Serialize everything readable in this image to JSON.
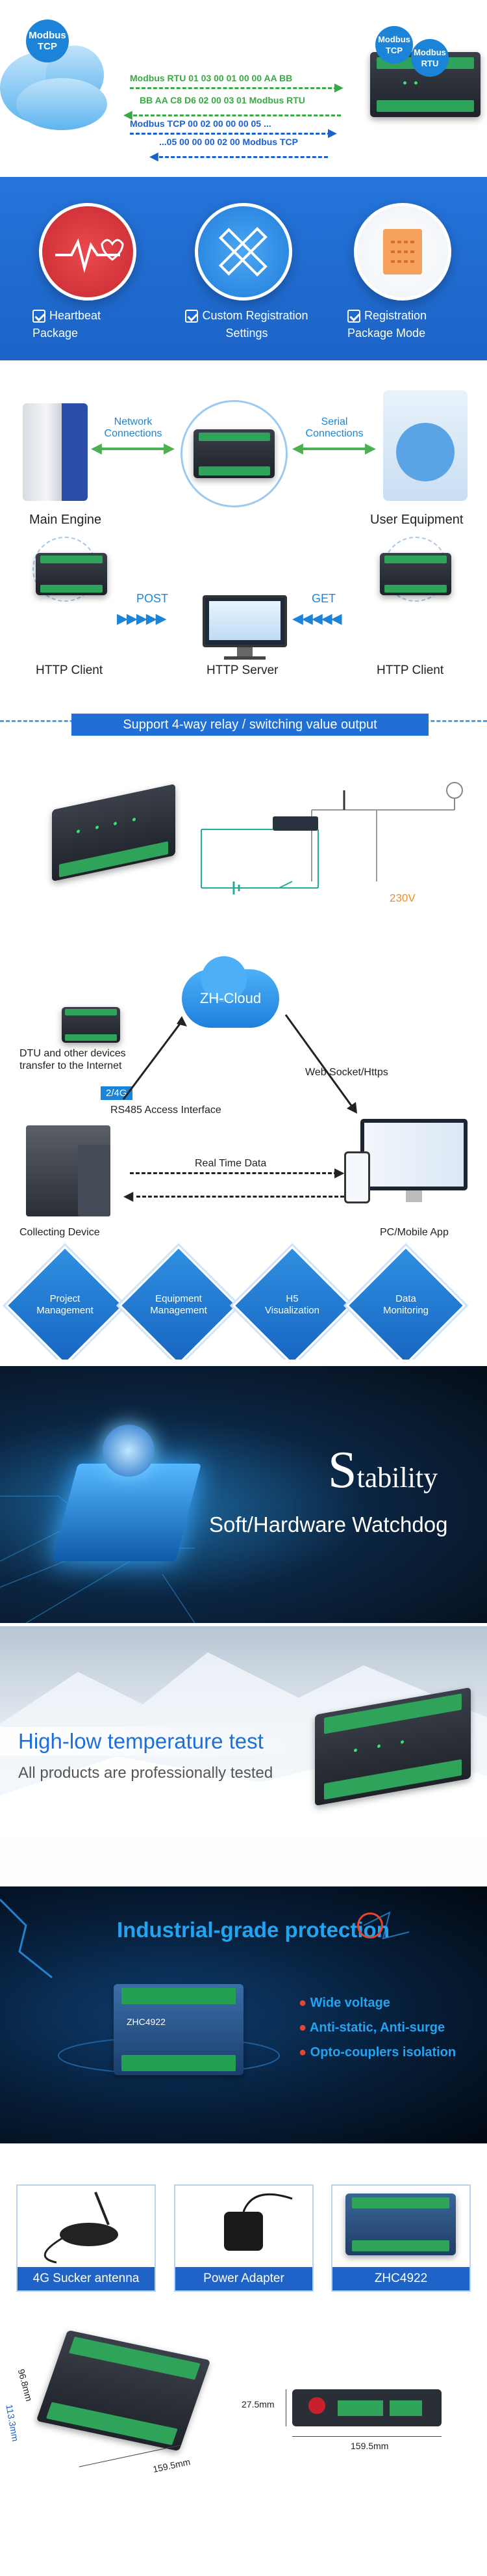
{
  "modbus": {
    "cloud_label": "Modbus\nTCP",
    "device_badge1": "Modbus\nTCP",
    "device_badge2": "Modbus\nRTU",
    "line1": "Modbus RTU 01 03 00 01 00 00 AA BB",
    "line2": "BB AA C8 D6 02 00 03 01 Modbus RTU",
    "line3": "Modbus TCP 00 02 00 00 00 05 ...",
    "line4": "...05 00 00 00 02 00 Modbus TCP",
    "color_green": "#3aa845",
    "color_blue": "#1c5fd0"
  },
  "features": {
    "items": [
      {
        "label": "Heartbeat Package",
        "icon": "heartbeat-icon",
        "color": "#d9333b"
      },
      {
        "label": "Custom Registration Settings",
        "icon": "pencil-ruler-icon",
        "color": "#2c8be6"
      },
      {
        "label": "Registration Package Mode",
        "icon": "note-icon",
        "color": "#f08a2c"
      }
    ],
    "bg_color": "#1f6fd6"
  },
  "network": {
    "left_label": "Main Engine",
    "right_label": "User Equipment",
    "arrow_left_label": "Network\nConnections",
    "arrow_right_label": "Serial\nConnections"
  },
  "http": {
    "post_label": "POST",
    "get_label": "GET",
    "client_left": "HTTP Client",
    "server": "HTTP Server",
    "client_right": "HTTP Client"
  },
  "relay": {
    "banner": "Support 4-way relay /  switching value output",
    "voltage": "230V"
  },
  "cloud": {
    "title": "ZH-Cloud",
    "dtu_text": "DTU and other devices\ntransfer to the Internet",
    "net_badge": "2/4G",
    "rs485": "RS485 Access Interface",
    "websocket": "Web Socket/Https",
    "realtime": "Real Time Data",
    "collecting": "Collecting Device",
    "pcapp": "PC/Mobile App",
    "steps": [
      "Project\nManagement",
      "Equipment\nManagement",
      "H5\nVisualization",
      "Data\nMonitoring"
    ]
  },
  "stability": {
    "title_big": "S",
    "title_rest": "tability",
    "subtitle": "Soft/Hardware Watchdog"
  },
  "temperature": {
    "title": "High-low temperature test",
    "subtitle": "All products are professionally tested"
  },
  "industrial": {
    "title": "Industrial-grade protection",
    "bullets": [
      "Wide voltage",
      "Anti-static, Anti-surge",
      "Opto-couplers isolation"
    ],
    "device_model": "ZHC4922"
  },
  "accessories": {
    "items": [
      "4G Sucker antenna",
      "Power Adapter",
      "ZHC4922"
    ]
  },
  "dimensions": {
    "width": "159.5mm",
    "depth": "113.3mm",
    "height_left": "96.8mm",
    "height": "27.5mm",
    "width2": "159.5mm"
  }
}
